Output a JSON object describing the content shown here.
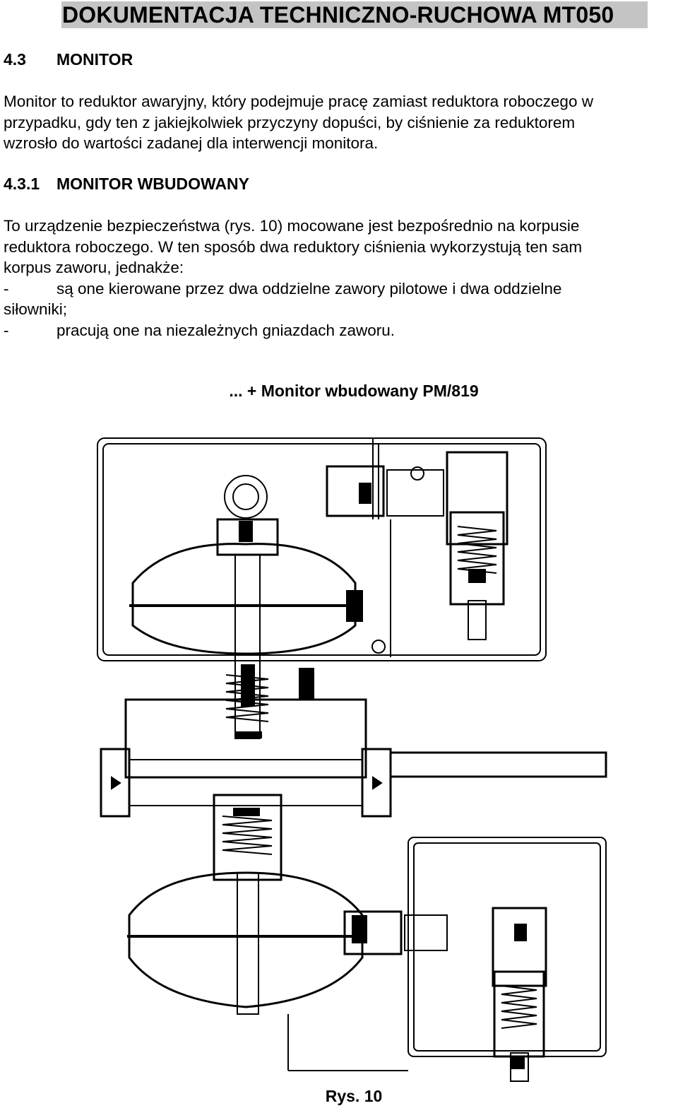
{
  "header": {
    "title": "DOKUMENTACJA TECHNICZNO-RUCHOWA MT050"
  },
  "section": {
    "number": "4.3",
    "title": "MONITOR",
    "body": [
      "Monitor to reduktor awaryjny, który podejmuje pracę zamiast reduktora roboczego w",
      "przypadku, gdy ten z jakiejkolwiek przyczyny dopuści, by ciśnienie za reduktorem",
      "wzrosło do wartości zadanej dla interwencji monitora."
    ]
  },
  "subsection": {
    "number": "4.3.1",
    "title": "MONITOR WBUDOWANY",
    "body": [
      "To urządzenie bezpieczeństwa (rys. 10) mocowane jest bezpośrednio na korpusie",
      "reduktora roboczego. W ten sposób dwa reduktory ciśnienia wykorzystują ten sam",
      "korpus zaworu, jednakże:"
    ],
    "list": [
      {
        "dash": "-",
        "text": "są one kierowane przez dwa oddzielne zawory pilotowe i dwa oddzielne",
        "continuation": "siłowniki;"
      },
      {
        "dash": "-",
        "text": "pracują one na niezależnych gniazdach zaworu.",
        "continuation": ""
      }
    ]
  },
  "figure": {
    "title": "... + Monitor wbudowany PM/819",
    "caption": "Rys. 10"
  }
}
